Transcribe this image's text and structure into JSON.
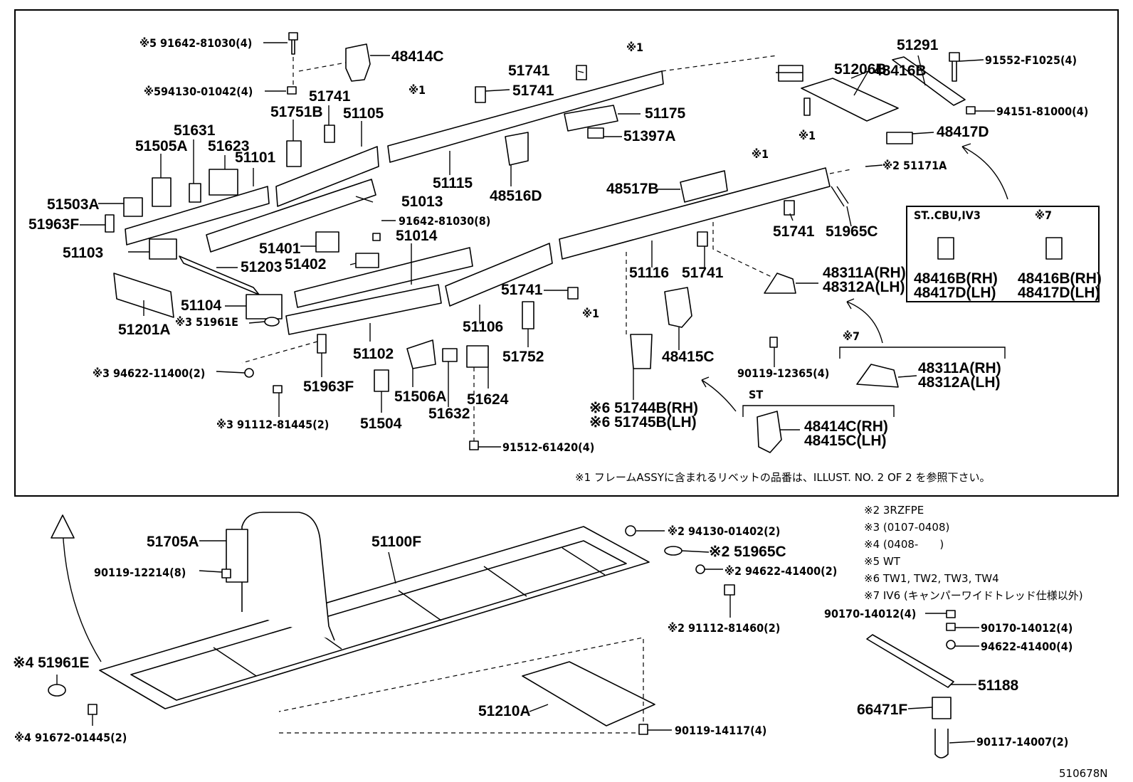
{
  "labels": {
    "p48414c": "48414C",
    "s5_bolt": "※5 91642-81030(4)",
    "s5_nut": "※594130-01042(4)",
    "p51741a": "51741",
    "p51741b": "51741",
    "p51741c": "51741",
    "p51741d": "51741",
    "p51741e": "51741",
    "p51741f": "51741",
    "s1a": "※1",
    "s1b": "※1",
    "s1c": "※1",
    "s1d": "※1",
    "s1e": "※1",
    "p51751b": "51751B",
    "p51105": "51105",
    "p51631": "51631",
    "p51505a": "51505A",
    "p51623": "51623",
    "p51101": "51101",
    "p51503a": "51503A",
    "p51963f_a": "51963F",
    "p51103": "51103",
    "p51013": "51013",
    "p51115": "51115",
    "p48516d": "48516D",
    "p51175": "51175",
    "p51397a": "51397A",
    "p48416b": "48416B",
    "p51206b": "51206B",
    "p51291": "51291",
    "b91552": "91552-F1025(4)",
    "n94151": "94151-81000(4)",
    "p48417d": "48417D",
    "s2_51171a": "※2 51171A",
    "p48517b": "48517B",
    "b91642_8": "91642-81030(8)",
    "p51401": "51401",
    "p51402": "51402",
    "p51014": "51014",
    "p51203": "51203",
    "p51104": "51104",
    "s3_51961e": "※3 51961E",
    "p51201a": "51201A",
    "p51102": "51102",
    "p51106": "51106",
    "p51116": "51116",
    "p51965c": "51965C",
    "p48311a": "48311A(RH)",
    "p48312a": "48312A(LH)",
    "p48311a_b": "48311A(RH)",
    "p48312a_b": "48312A(LH)",
    "p51752": "51752",
    "p48415c": "48415C",
    "b90119_12365": "90119-12365(4)",
    "s7_mark": "※7",
    "s3_94622": "※3 94622-11400(2)",
    "s3_91112": "※3 91112-81445(2)",
    "p51963f_b": "51963F",
    "p51504": "51504",
    "p51506a": "51506A",
    "p51632": "51632",
    "p51624": "51624",
    "b91512": "91512-61420(4)",
    "s6_51744b": "※6 51744B(RH)",
    "s6_51745b": "※6 51745B(LH)",
    "st": "ST",
    "p48414c_rh": "48414C(RH)",
    "p48415c_lh": "48415C(LH)",
    "inset_title1": "ST..CBU,IV3",
    "inset_title2": "※7",
    "inset_a1": "48416B(RH)",
    "inset_a2": "48417D(LH)",
    "inset_b1": "48416B(RH)",
    "inset_b2": "48417D(LH)",
    "footnote1": "※1 フレームASSYに含まれるリベットの品番は、ILLUST. NO. 2 OF 2 を参照下さい。",
    "p51705a": "51705A",
    "b90119_12214": "90119-12214(8)",
    "p51100f": "51100F",
    "s2_94130": "※2 94130-01402(2)",
    "s2_51965c": "※2 51965C",
    "s2_94622": "※2 94622-41400(2)",
    "s2_91112": "※2 91112-81460(2)",
    "s4_51961e": "※4 51961E",
    "s4_91672": "※4 91672-01445(2)",
    "p51210a": "51210A",
    "b90119_14117": "90119-14117(4)",
    "n90170_a": "90170-14012(4)",
    "n90170_b": "90170-14012(4)",
    "n94622_41400": "94622-41400(4)",
    "p51188": "51188",
    "p66471f": "66471F",
    "b90117": "90117-14007(2)",
    "fig_no": "510678N"
  },
  "notes": [
    "※2 3RZFPE",
    "※3 (0107-0408)",
    "※4 (0408-　　)",
    "※5 WT",
    "※6 TW1, TW2, TW3, TW4",
    "※7 IV6 (キャンパーワイドトレッド仕様以外)"
  ]
}
